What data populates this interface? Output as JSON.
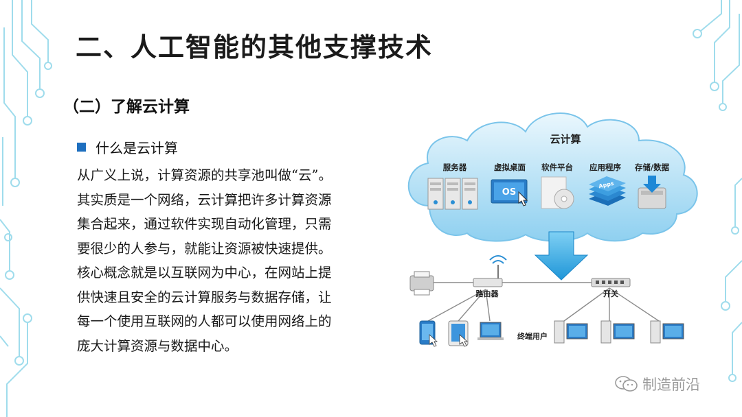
{
  "slide": {
    "title": "二、人工智能的其他支撑技术",
    "subtitle": "（二）了解云计算",
    "bullet": "什么是云计算",
    "body_lines": [
      "从广义上说，计算资源的共享池叫做“云”。",
      "其实质是一个网络，云计算把许多计算资源",
      "集合起来，通过软件实现自动化管理，只需",
      "要很少的人参与，就能让资源被快速提供。",
      "核心概念就是以互联网为中心，在网站上提",
      "供快速且安全的云计算服务与数据存储，让",
      "每一个使用互联网的人都可以使用网络上的",
      "庞大计算资源与数据中心。"
    ]
  },
  "diagram": {
    "cloud_title": "云计算",
    "services": [
      "服务器",
      "虚拟桌面",
      "软件平台",
      "应用程序",
      "存储/数据"
    ],
    "os_label": "OS",
    "apps_label": "Apps",
    "router_label": "路由器",
    "switch_label": "开关",
    "end_users_label": "终端用户"
  },
  "watermark": {
    "text": "制造前沿",
    "icon": "wechat-icon"
  },
  "colors": {
    "accent": "#1e6fbf",
    "cloud": "#bfe3f7",
    "arrow": "#29a3e0",
    "deco": "#9fdcec"
  }
}
